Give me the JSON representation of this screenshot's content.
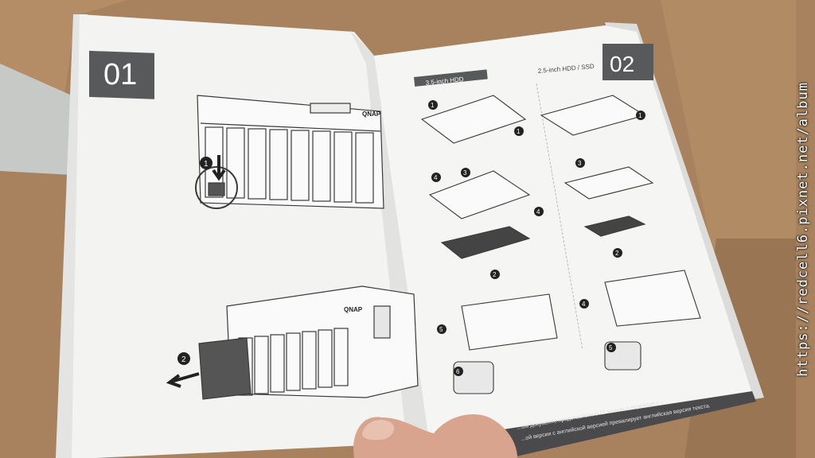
{
  "manual": {
    "left_page": {
      "step_number": "01",
      "brand": "QNAP",
      "callouts": [
        "1",
        "2"
      ]
    },
    "right_page": {
      "step_number": "02",
      "column_left_title": "3.5-inch HDD",
      "column_right_title": "2.5-inch HDD / SSD",
      "left_callouts": [
        "1",
        "1",
        "2",
        "3",
        "4",
        "4",
        "5",
        "6"
      ],
      "right_callouts": [
        "1",
        "2",
        "3",
        "4",
        "5"
      ]
    },
    "footer_note_line1": "...ом документе представлена в 11 языках в переводе с ...",
    "footer_note_line2": "...ой версии с английской версией превалирует английская версия текста."
  },
  "watermark": {
    "text": "https://redcell6.pixnet.net/album"
  },
  "colors": {
    "cardboard": "#a8825e",
    "paper": "#f2f2f1",
    "tab": "#58595b",
    "ink": "#3a3a3a"
  }
}
